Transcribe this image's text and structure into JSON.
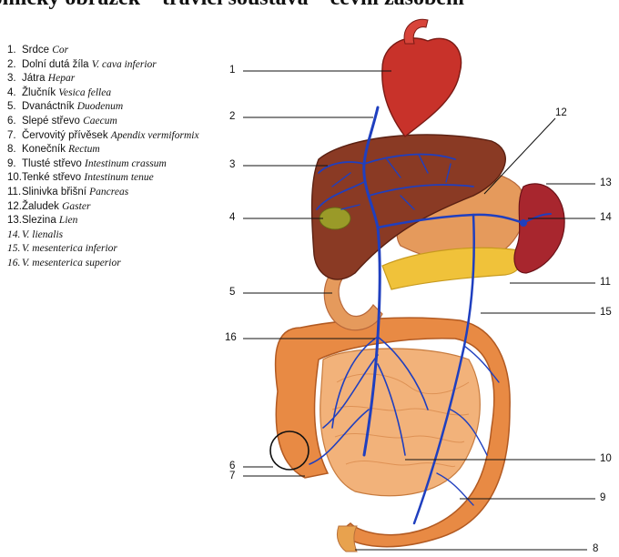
{
  "header": {
    "left": "Anatomický obrázek – trávicí soustava – cévní zásobení",
    "right": "trávicí soustava – cévní zásobení"
  },
  "legend": [
    {
      "num": "1.",
      "cz": "Srdce",
      "lat": "Cor"
    },
    {
      "num": "2.",
      "cz": "Dolní dutá žíla",
      "lat": "V. cava inferior"
    },
    {
      "num": "3.",
      "cz": "Játra",
      "lat": "Hepar"
    },
    {
      "num": "4.",
      "cz": "Žlučník",
      "lat": "Vesica fellea"
    },
    {
      "num": "5.",
      "cz": "Dvanáctník",
      "lat": "Duodenum"
    },
    {
      "num": "6.",
      "cz": "Slepé střevo",
      "lat": "Caecum"
    },
    {
      "num": "7.",
      "cz": "Červovitý přívěsek",
      "lat": "Apendix vermiformix"
    },
    {
      "num": "8.",
      "cz": "Konečník",
      "lat": "Rectum"
    },
    {
      "num": "9.",
      "cz": "Tlusté střevo",
      "lat": "Intestinum crassum"
    },
    {
      "num": "10.",
      "cz": "Tenké střevo",
      "lat": "Intestinum tenue"
    },
    {
      "num": "11.",
      "cz": "Slinivka břišní",
      "lat": "Pancreas"
    },
    {
      "num": "12.",
      "cz": "Žaludek",
      "lat": "Gaster"
    },
    {
      "num": "13.",
      "cz": "Slezina",
      "lat": "Lien"
    },
    {
      "num": "14.",
      "cz": "",
      "lat": "V. lienalis"
    },
    {
      "num": "15.",
      "cz": "",
      "lat": "V. mesenterica inferior"
    },
    {
      "num": "16.",
      "cz": "",
      "lat": "V. mesenterica superior"
    }
  ],
  "callouts": [
    "1",
    "2",
    "3",
    "4",
    "5",
    "16",
    "6",
    "7",
    "8",
    "12",
    "13",
    "14",
    "11",
    "15",
    "10",
    "9"
  ],
  "colors": {
    "vein": "#1f3fbf",
    "heart": "#c8322a",
    "liver": "#8a3a24",
    "gallbladder": "#9a9a28",
    "stomach": "#e59a5c",
    "spleen": "#a8262e",
    "pancreas": "#f0c23a",
    "intestine": "#f2a867",
    "colon": "#e88a44"
  }
}
